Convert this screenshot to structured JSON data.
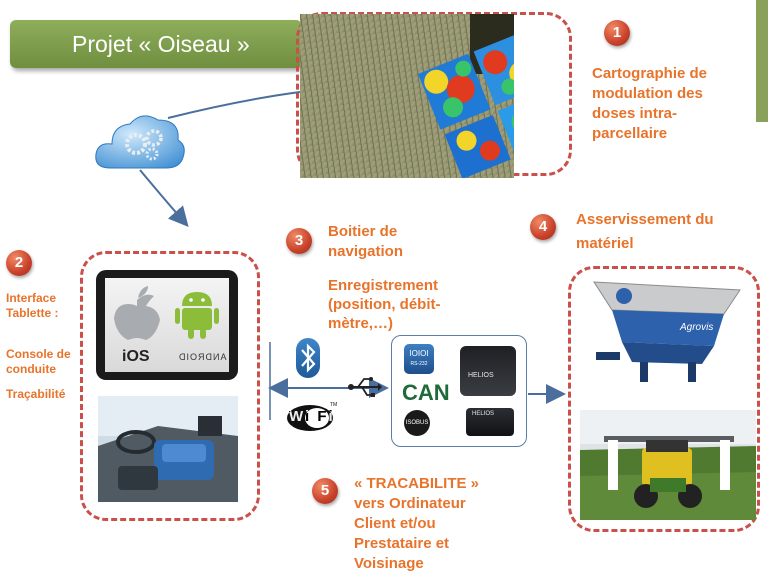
{
  "title": "Projet « Oiseau »",
  "colors": {
    "accent_orange": "#e8742c",
    "dashed_red": "#c9504b",
    "title_green": "#7a9a48",
    "arrow_blue": "#4a6f9c"
  },
  "step1": {
    "number": "1",
    "lines": [
      "Cartographie de",
      "modulation des",
      "doses intra-",
      "parcellaire"
    ]
  },
  "step2": {
    "number": "2",
    "labels": [
      "Interface",
      "Tablette :",
      "Console de",
      "conduite",
      "Traçabilité"
    ]
  },
  "step3": {
    "number": "3",
    "lines": [
      "Boitier de",
      "navigation"
    ],
    "sub_lines": [
      "Enregistrement",
      "(position, débit-",
      "mètre,…)"
    ]
  },
  "step4": {
    "number": "4",
    "lines": [
      "Asservissement du",
      "matériel"
    ]
  },
  "step5": {
    "number": "5",
    "lines": [
      "« TRACABILITE »",
      "vers Ordinateur",
      "Client et/ou",
      "Prestataire et",
      "Voisinage"
    ]
  },
  "tablet": {
    "os_left": "iOS",
    "os_right": "ANDROID"
  },
  "devices": {
    "can": "CAN",
    "iobox": "IOIOI",
    "iobox_sub": "RS-232",
    "heliteq": "HELIOS",
    "isobus": "ISOBUS",
    "heliteq_small": "HELIOS"
  },
  "connectivity": {
    "wifi": "Wi Fi",
    "wifi_tm": "TM"
  },
  "machine": {
    "brand": "Agrovis"
  },
  "icons": [
    "cloud-gears-icon",
    "apple-icon",
    "android-icon",
    "bluetooth-icon",
    "usb-icon",
    "wifi-icon"
  ]
}
